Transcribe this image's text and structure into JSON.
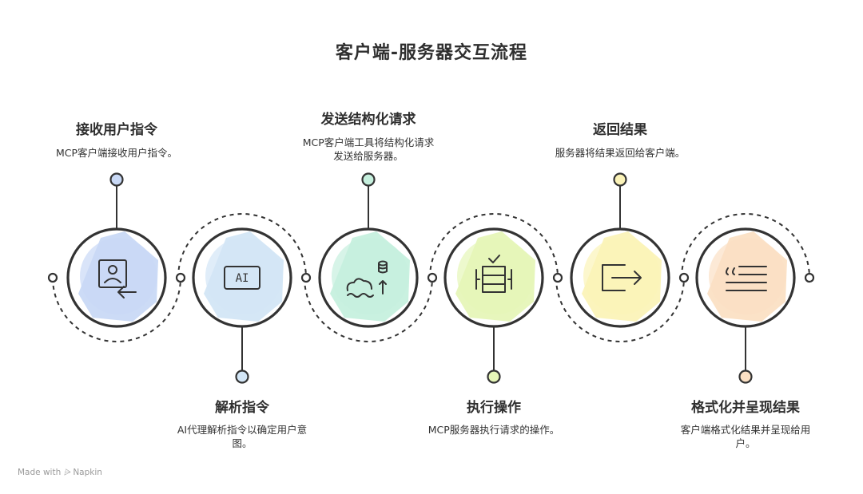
{
  "title": "客户端-服务器交互流程",
  "footer": {
    "made_with": "Made with",
    "brand": "Napkin"
  },
  "colors": {
    "ink": "#333333",
    "title": "#2f2f2f",
    "step1": "#c9d9f6",
    "step2": "#d3e6f6",
    "step3": "#c6f0de",
    "step4": "#e6f6b8",
    "step5": "#fbf3b8",
    "step6": "#fbe0c4"
  },
  "steps": [
    {
      "id": "receive",
      "title": "接收用户指令",
      "desc": [
        "MCP客户端接收用户指令。"
      ],
      "icon": "user-arrow-icon",
      "position": "top",
      "color_key": "step1"
    },
    {
      "id": "parse",
      "title": "解析指令",
      "desc": [
        "AI代理解析指令以确定用户意",
        "图。"
      ],
      "icon": "ai-chip-icon",
      "position": "bottom",
      "color_key": "step2"
    },
    {
      "id": "send",
      "title": "发送结构化请求",
      "desc": [
        "MCP客户端工具将结构化请求",
        "发送给服务器。"
      ],
      "icon": "database-upload-icon",
      "position": "top",
      "color_key": "step3"
    },
    {
      "id": "execute",
      "title": "执行操作",
      "desc": [
        "MCP服务器执行请求的操作。"
      ],
      "icon": "server-check-icon",
      "position": "bottom",
      "color_key": "step4"
    },
    {
      "id": "return",
      "title": "返回结果",
      "desc": [
        "服务器将结果返回给客户端。"
      ],
      "icon": "export-arrow-icon",
      "position": "top",
      "color_key": "step5"
    },
    {
      "id": "format",
      "title": "格式化并呈现结果",
      "desc": [
        "客户端格式化结果并呈现给用",
        "户。"
      ],
      "icon": "quote-text-icon",
      "position": "bottom",
      "color_key": "step6"
    }
  ]
}
